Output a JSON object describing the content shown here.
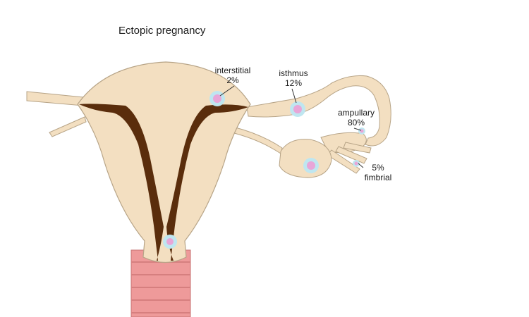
{
  "title": "Ectopic pregnancy",
  "labels": {
    "interstitial": {
      "name": "interstitial",
      "percent": "2%"
    },
    "isthmus": {
      "name": "isthmus",
      "percent": "12%"
    },
    "ampullary": {
      "name": "ampullary",
      "percent": "80%"
    },
    "fimbrial": {
      "name": "fimbrial",
      "percent": "5%"
    }
  },
  "colors": {
    "tissue": "#f3dfc1",
    "tissue_outline": "#b7a487",
    "cavity": "#5a2d0c",
    "cervix": "#ee9a9a",
    "embryo_halo": "#bfe6f0",
    "embryo": "#e8a6d8"
  }
}
